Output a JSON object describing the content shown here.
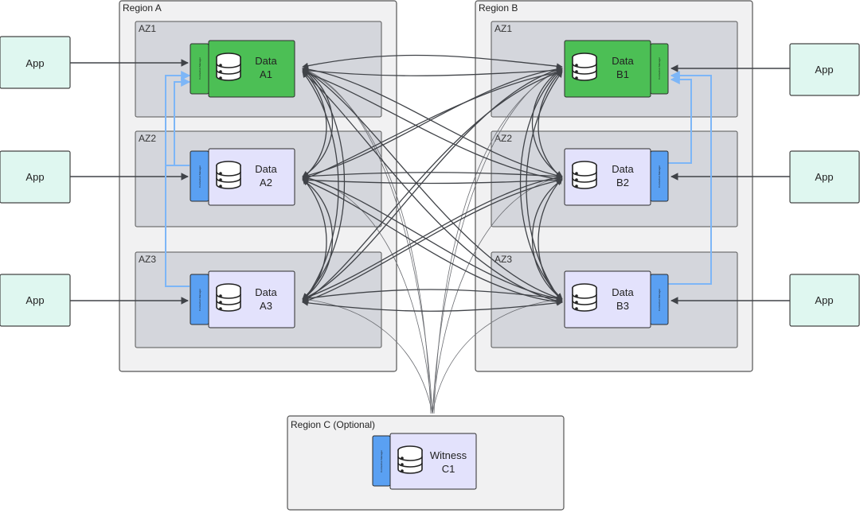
{
  "regions": {
    "a": {
      "label": "Region A"
    },
    "b": {
      "label": "Region B"
    },
    "c": {
      "label": "Region C (Optional)"
    }
  },
  "azs": {
    "a1": "AZ1",
    "a2": "AZ2",
    "a3": "AZ3",
    "b1": "AZ1",
    "b2": "AZ2",
    "b3": "AZ3"
  },
  "apps": {
    "left1": "App",
    "left2": "App",
    "left3": "App",
    "right1": "App",
    "right2": "App",
    "right3": "App"
  },
  "nodes": {
    "a1": {
      "line1": "Data",
      "line2": "A1"
    },
    "a2": {
      "line1": "Data",
      "line2": "A2"
    },
    "a3": {
      "line1": "Data",
      "line2": "A3"
    },
    "b1": {
      "line1": "Data",
      "line2": "B1"
    },
    "b2": {
      "line1": "Data",
      "line2": "B2"
    },
    "b3": {
      "line1": "Data",
      "line2": "B3"
    },
    "c1": {
      "line1": "Witness",
      "line2": "C1"
    }
  },
  "connection_manager_label": "Connection Manager",
  "colors": {
    "region_fill": "#f1f1f2",
    "az_fill": "#d4d6dc",
    "app_fill": "#dff7f0",
    "primary_node": "#4cbf55",
    "replica_node": "#e3e2fc",
    "connection_manager": "#5aa0f2",
    "failover_line": "#7db6f7",
    "replication_line": "#404348"
  }
}
